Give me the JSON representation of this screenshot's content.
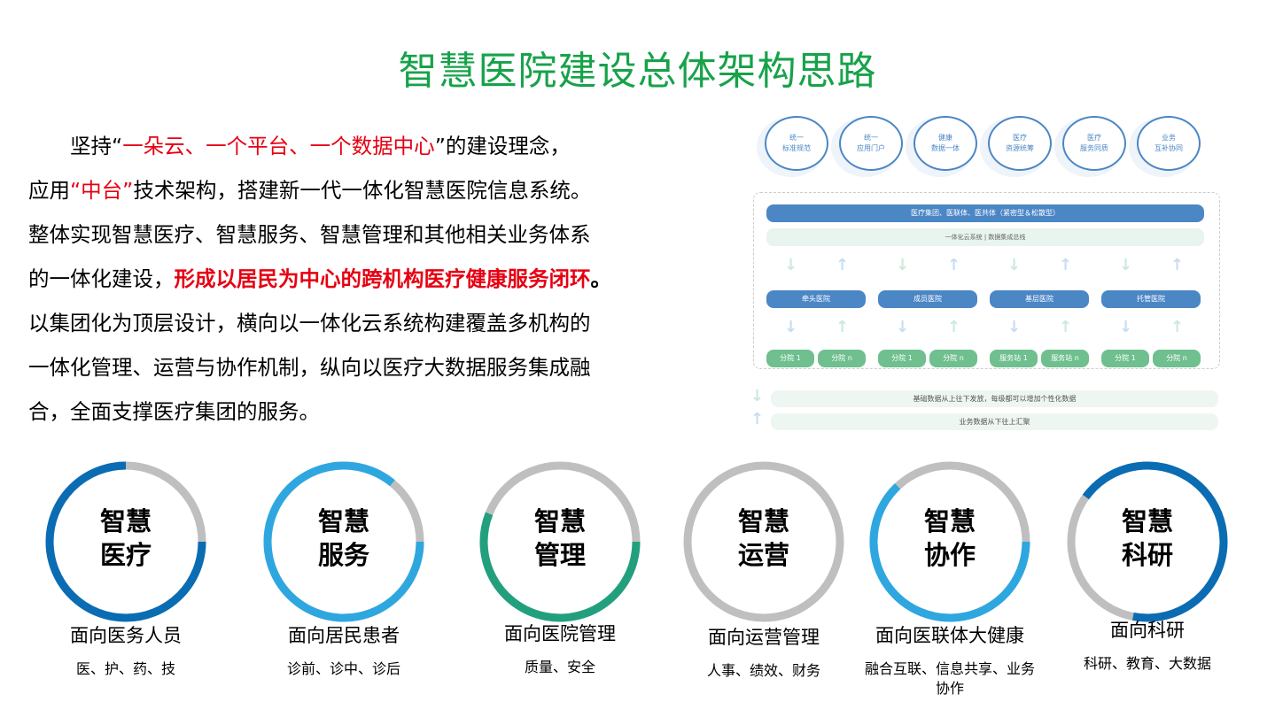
{
  "title": "智慧医院建设总体架构思路",
  "paragraph": {
    "p1a": "坚持“",
    "p1b": "一朵云、一个平台、一个数据中心",
    "p1c": "”的建设理念，",
    "p2a": "应用",
    "p2b": "“中台”",
    "p2c": "技术架构，搭建新一代一体化智慧医院信息系统。",
    "p3": "整体实现智慧医疗、智慧服务、智慧管理和其他相关业务体系",
    "p4a": "的一体化建设，",
    "p4b": "形成以居民为中心的跨机构医疗健康服务闭环",
    "p4c": "。",
    "p5": "以集团化为顶层设计，横向以一体化云系统构建覆盖多机构的",
    "p6": "一体化管理、运营与协作机制，纵向以医疗大数据服务集成融",
    "p7": "合，全面支撑医疗集团的服务。"
  },
  "diagram": {
    "top_circles": [
      [
        "统一",
        "标准规范"
      ],
      [
        "统一",
        "应用门户"
      ],
      [
        "健康",
        "数据一体"
      ],
      [
        "医疗",
        "资源统筹"
      ],
      [
        "医疗",
        "服务同质"
      ],
      [
        "业务",
        "互补协同"
      ]
    ],
    "group_bar": "医疗集团、医联体、医共体（紧密型＆松散型）",
    "platform": [
      "一体化云系统",
      "数据集成总线"
    ],
    "hospitals": [
      "牵头医院",
      "成员医院",
      "基层医院",
      "托管医院"
    ],
    "branches": [
      "分院 1",
      "分院 n",
      "分院 1",
      "分院 n",
      "服务站 1",
      "服务站 n",
      "分院 1",
      "分院 n"
    ],
    "down_flow": "基础数据从上往下发放，每级都可以增加个性化数据",
    "up_flow": "业务数据从下往上汇聚"
  },
  "rings": [
    {
      "l1": "智慧",
      "l2": "医疗",
      "title": "面向医务人员",
      "sub": "医、护、药、技",
      "color": "#0a6cb3",
      "fill_start": 0.25,
      "fill_end": 1.0
    },
    {
      "l1": "智慧",
      "l2": "服务",
      "title": "面向居民患者",
      "sub": "诊前、诊中、诊后",
      "color": "#2ea7e0",
      "fill_start": 0.25,
      "fill_end": 1.11
    },
    {
      "l1": "智慧",
      "l2": "管理",
      "title": "面向医院管理",
      "sub": "质量、安全",
      "color": "#22a07e",
      "fill_start": 0.25,
      "fill_end": 0.81
    },
    {
      "l1": "智慧",
      "l2": "运营",
      "title": "面向运营管理",
      "sub": "人事、绩效、财务",
      "color": "#bfbfbf",
      "fill_start": 0,
      "fill_end": 0
    },
    {
      "l1": "智慧",
      "l2": "协作",
      "title": "面向医联体大健康",
      "sub": "融合互联、信息共享、业务协作",
      "color": "#2ea7e0",
      "fill_start": 0.25,
      "fill_end": 0.88
    },
    {
      "l1": "智慧",
      "l2": "科研",
      "title": "面向科研",
      "sub": "科研、教育、大数据",
      "color": "#0a6cb3",
      "fill_start": 0.85,
      "fill_end": 1.53
    }
  ],
  "colors": {
    "title": "#17a24a",
    "red": "#e60012",
    "track": "#bfbfbf",
    "diagram_blue": "#4b86c5",
    "diagram_green": "#6fbf8f"
  }
}
